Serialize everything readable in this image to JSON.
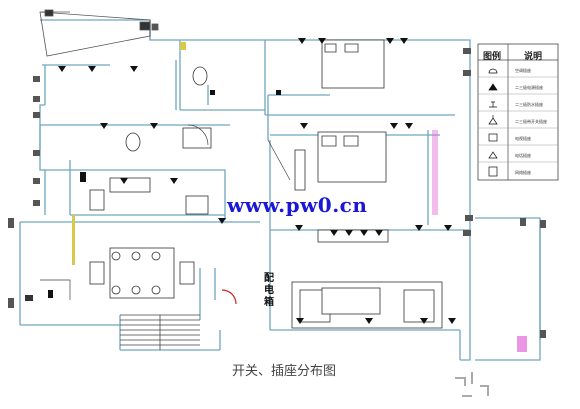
{
  "watermark": "www.pw0.cn",
  "caption": "开关、插座分布图",
  "panel_label": "配电箱",
  "legend": {
    "col_symbol": "图例",
    "col_desc": "说明",
    "items": [
      {
        "icon": "ac-socket-icon",
        "label": "空调插座"
      },
      {
        "icon": "socket-icon",
        "label": "二三极电源插座"
      },
      {
        "icon": "waterproof-socket-icon",
        "label": "二三极防水插座"
      },
      {
        "icon": "switch-socket-icon",
        "label": "二三极带开关插座"
      },
      {
        "icon": "tv-socket-icon",
        "label": "电视插座"
      },
      {
        "icon": "phone-socket-icon",
        "label": "电话插座"
      },
      {
        "icon": "network-socket-icon",
        "label": "网络插座"
      }
    ]
  },
  "colors": {
    "wall": "#6fa6bf",
    "symbol": "#111111",
    "watermark": "#1b17d6",
    "door_accent": "#cc2222",
    "highlight": "#d9c94a",
    "pink": "#e26ad7"
  }
}
